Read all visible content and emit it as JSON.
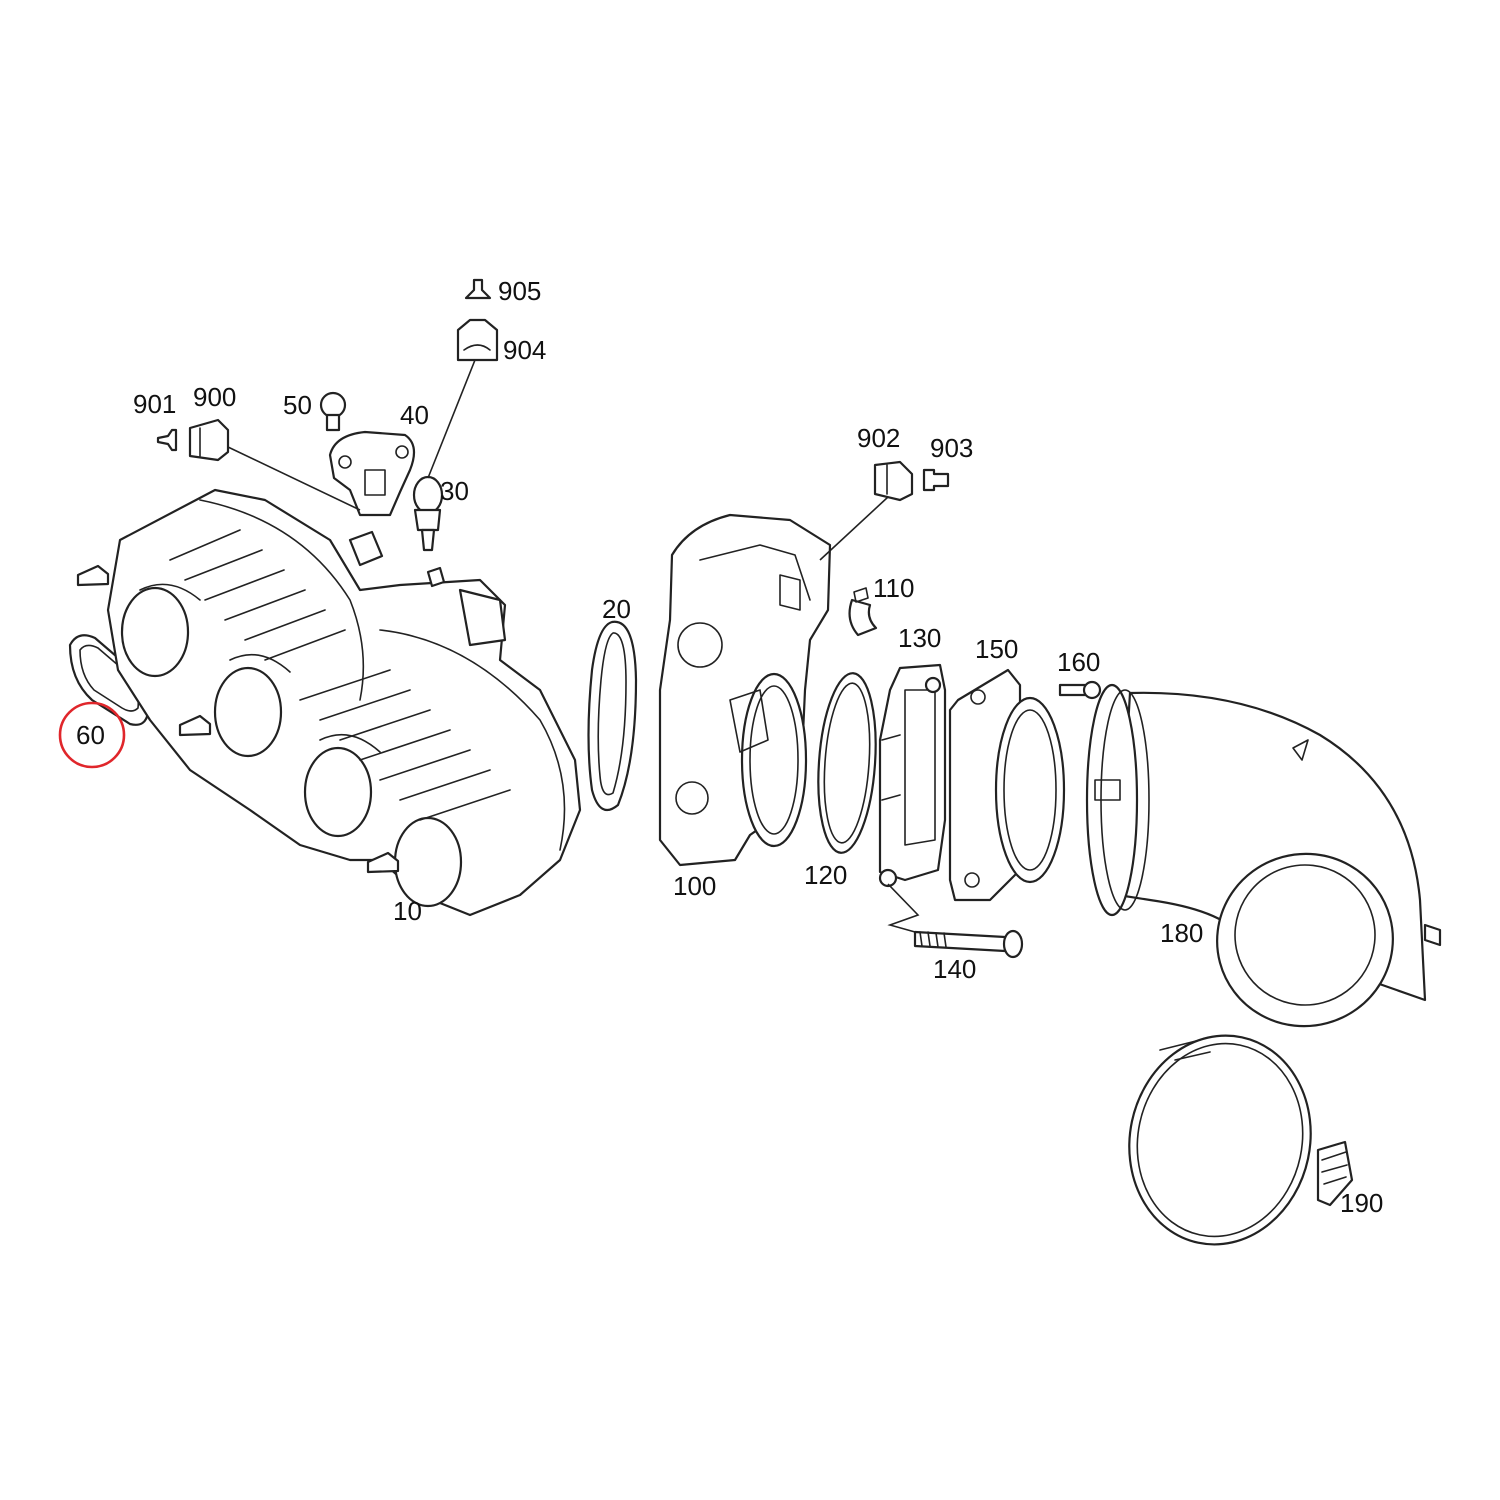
{
  "diagram": {
    "callouts": [
      {
        "id": "10",
        "label": "10"
      },
      {
        "id": "20",
        "label": "20"
      },
      {
        "id": "30",
        "label": "30"
      },
      {
        "id": "40",
        "label": "40"
      },
      {
        "id": "50",
        "label": "50"
      },
      {
        "id": "60",
        "label": "60"
      },
      {
        "id": "100",
        "label": "100"
      },
      {
        "id": "110",
        "label": "110"
      },
      {
        "id": "120",
        "label": "120"
      },
      {
        "id": "130",
        "label": "130"
      },
      {
        "id": "140",
        "label": "140"
      },
      {
        "id": "150",
        "label": "150"
      },
      {
        "id": "160",
        "label": "160"
      },
      {
        "id": "180",
        "label": "180"
      },
      {
        "id": "190",
        "label": "190"
      },
      {
        "id": "900",
        "label": "900"
      },
      {
        "id": "901",
        "label": "901"
      },
      {
        "id": "902",
        "label": "902"
      },
      {
        "id": "903",
        "label": "903"
      },
      {
        "id": "904",
        "label": "904"
      },
      {
        "id": "905",
        "label": "905"
      }
    ],
    "highlighted_callout": "60",
    "highlight_color": "#e0262b",
    "line_color": "#222222",
    "background_color": "#ffffff"
  }
}
